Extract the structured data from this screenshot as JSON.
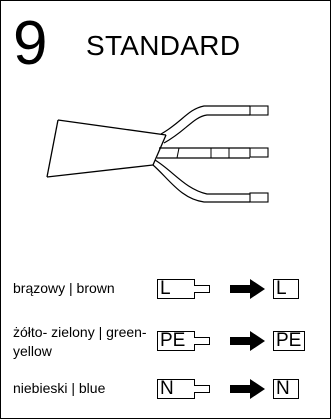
{
  "header": {
    "number": "9",
    "title": "STANDARD"
  },
  "wires": [
    {
      "label": "brązowy | brown",
      "from": "L",
      "to": "L"
    },
    {
      "label": "żółto- zielony | green-yellow",
      "from": "PE",
      "to": "PE"
    },
    {
      "label": "niebieski | blue",
      "from": "N",
      "to": "N"
    }
  ],
  "icons": {
    "cable": "three-core-cable-icon",
    "arrow": "right-arrow-icon"
  },
  "colors": {
    "line": "#000000",
    "background": "#ffffff"
  }
}
